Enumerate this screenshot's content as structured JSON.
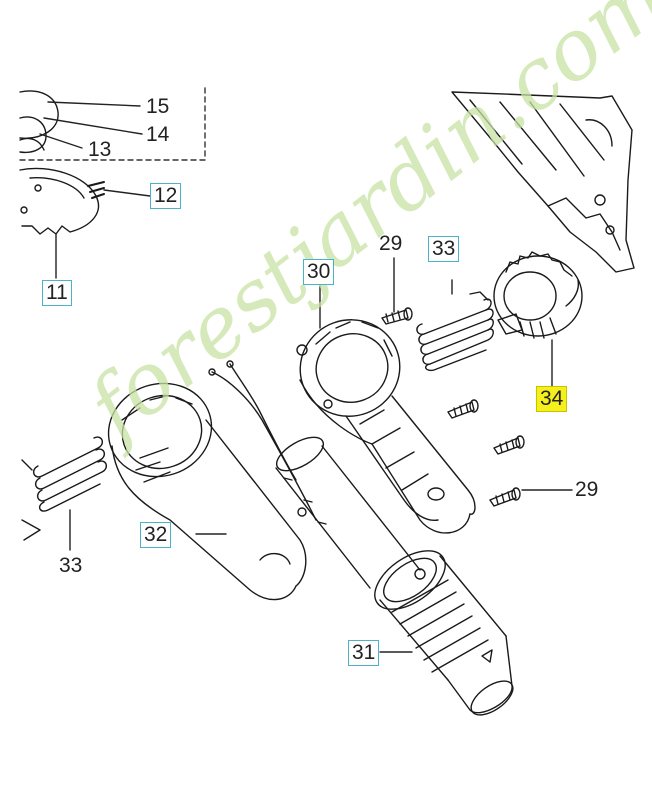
{
  "labels": {
    "l15": "15",
    "l14": "14",
    "l13": "13",
    "l12": "12",
    "l11": "11",
    "l29a": "29",
    "l33a": "33",
    "l30": "30",
    "l34": "34",
    "l29b": "29",
    "l32": "32",
    "l33b": "33",
    "l31": "31"
  },
  "watermark": "forestjardin.com",
  "colors": {
    "label_box_border": "#4bb3c9",
    "highlight": "#f5ef1c",
    "watermark": "#c7e2a4",
    "line": "#1a1a1a"
  }
}
